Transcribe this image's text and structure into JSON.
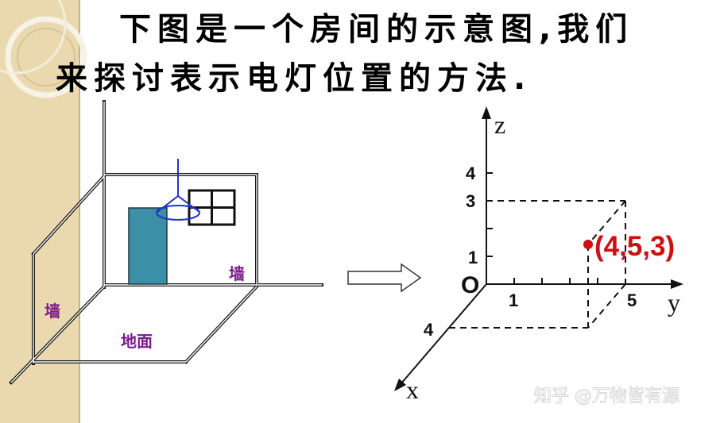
{
  "title": {
    "line1": "下图是一个房间的示意图,我们",
    "line2": "来探讨表示电灯位置的方法."
  },
  "room": {
    "wall_left_label": "墙",
    "wall_back_label": "墙",
    "floor_label": "地面",
    "door_color": "#3b8fa6",
    "lamp_color": "#2233cc",
    "label_color": "#7a1a8c"
  },
  "axes": {
    "origin": "O",
    "x_name": "x",
    "y_name": "y",
    "z_name": "z",
    "z_ticks": [
      "4",
      "3",
      "1"
    ],
    "y_ticks": [
      "1",
      "5"
    ],
    "x_ticks": [
      "4"
    ]
  },
  "point": {
    "label": "(4,5,3)",
    "color": "#cc1111"
  },
  "watermark": "知乎 @万物皆有源",
  "theme": {
    "strip_color": "#ead8ae",
    "strip_edge_color": "#c9b27f"
  }
}
